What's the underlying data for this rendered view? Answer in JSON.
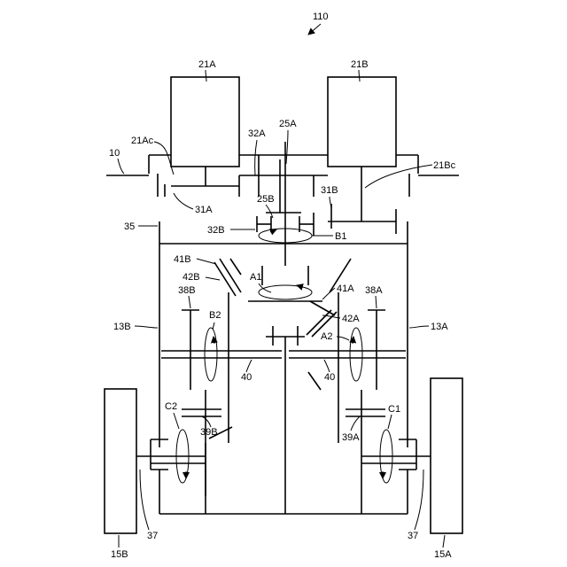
{
  "figure_number": "110",
  "labels": {
    "motor_a": "21A",
    "motor_b": "21B",
    "shaft_a_out": "21Ac",
    "shaft_b_out": "21Bc",
    "frame_left": "10",
    "gear_32a": "32A",
    "gear_25a": "25A",
    "gear_25b": "25B",
    "gear_31a": "31A",
    "gear_31b": "31B",
    "gear_32b": "32B",
    "rotation_b1": "B1",
    "case_35": "35",
    "gear_41b": "41B",
    "gear_42b": "42B",
    "rotation_a1": "A1",
    "gear_41a": "41A",
    "gear_38b": "38B",
    "gear_38a": "38A",
    "rotation_b2": "B2",
    "gear_42a": "42A",
    "rotation_a2": "A2",
    "unit_13b": "13B",
    "unit_13a": "13A",
    "shaft_40_left": "40",
    "shaft_40_right": "40",
    "rotation_c2": "C2",
    "rotation_c1": "C1",
    "gear_39b": "39B",
    "gear_39a": "39A",
    "axle_37_left": "37",
    "axle_37_right": "37",
    "wheel_15b": "15B",
    "wheel_15a": "15A"
  }
}
